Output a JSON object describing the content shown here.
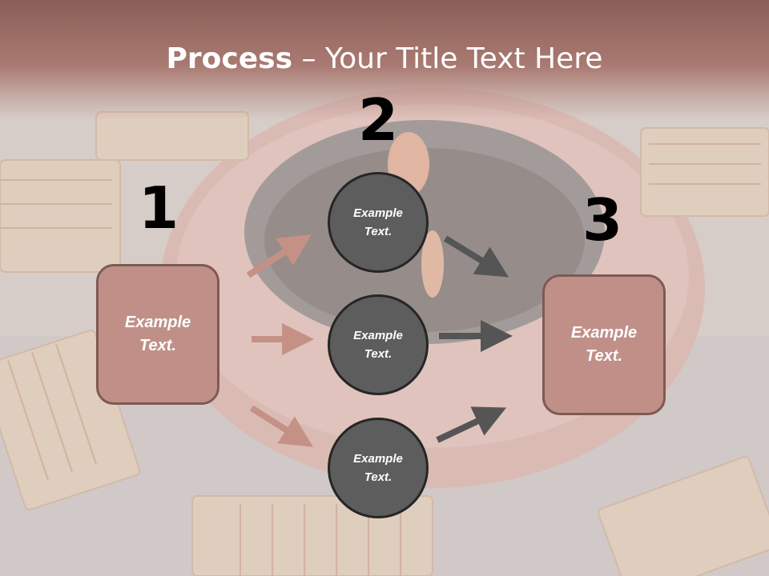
{
  "slide": {
    "title_bold": "Process",
    "title_rest": " – Your Title Text Here"
  },
  "steps": [
    {
      "number": "1",
      "text": "Example Text."
    },
    {
      "number": "2"
    },
    {
      "number": "3",
      "text": "Example Text."
    }
  ],
  "circles": [
    {
      "text": "Example Text."
    },
    {
      "text": "Example Text."
    },
    {
      "text": "Example Text."
    }
  ],
  "colors": {
    "box_fill": "#c09088",
    "circle_fill": "#5d5d5d",
    "arrow_left": "#c59186",
    "arrow_right": "#555555"
  }
}
